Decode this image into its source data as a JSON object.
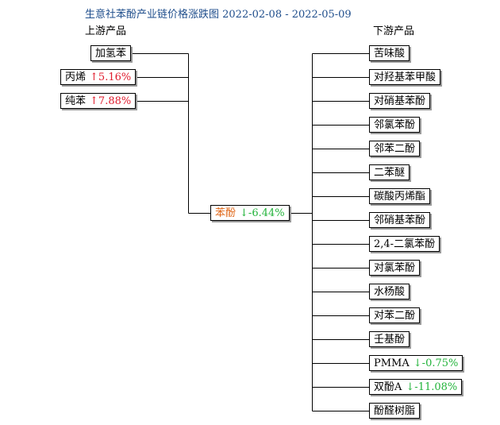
{
  "title": "生意社苯酚产业链价格涨跌图 2022-02-08 - 2022-05-09",
  "headers": {
    "upstream": "上游产品",
    "downstream": "下游产品"
  },
  "colors": {
    "up": "#e0192b",
    "down": "#22b33a",
    "center": "#e0681a",
    "title": "#1f4e8c"
  },
  "upstream": [
    {
      "name": "加氢苯",
      "arrow": "",
      "change": ""
    },
    {
      "name": "丙烯",
      "arrow": "↑",
      "change": "5.16%"
    },
    {
      "name": "纯苯",
      "arrow": "↑",
      "change": "7.88%"
    }
  ],
  "center": {
    "name": "苯酚",
    "arrow": "↓",
    "change": "-6.44%"
  },
  "downstream": [
    {
      "name": "苦味酸",
      "arrow": "",
      "change": ""
    },
    {
      "name": "对羟基苯甲酸",
      "arrow": "",
      "change": ""
    },
    {
      "name": "对硝基苯酚",
      "arrow": "",
      "change": ""
    },
    {
      "name": "邻氯苯酚",
      "arrow": "",
      "change": ""
    },
    {
      "name": "邻苯二酚",
      "arrow": "",
      "change": ""
    },
    {
      "name": "二苯醚",
      "arrow": "",
      "change": ""
    },
    {
      "name": "碳酸丙烯酯",
      "arrow": "",
      "change": ""
    },
    {
      "name": "邻硝基苯酚",
      "arrow": "",
      "change": ""
    },
    {
      "name": "2,4-二氯苯酚",
      "arrow": "",
      "change": ""
    },
    {
      "name": "对氯苯酚",
      "arrow": "",
      "change": ""
    },
    {
      "name": "水杨酸",
      "arrow": "",
      "change": ""
    },
    {
      "name": "对苯二酚",
      "arrow": "",
      "change": ""
    },
    {
      "name": "壬基酚",
      "arrow": "",
      "change": ""
    },
    {
      "name": "PMMA",
      "arrow": "↓",
      "change": "-0.75%"
    },
    {
      "name": "双酚A",
      "arrow": "↓",
      "change": "-11.08%"
    },
    {
      "name": "酚醛树脂",
      "arrow": "",
      "change": ""
    }
  ]
}
